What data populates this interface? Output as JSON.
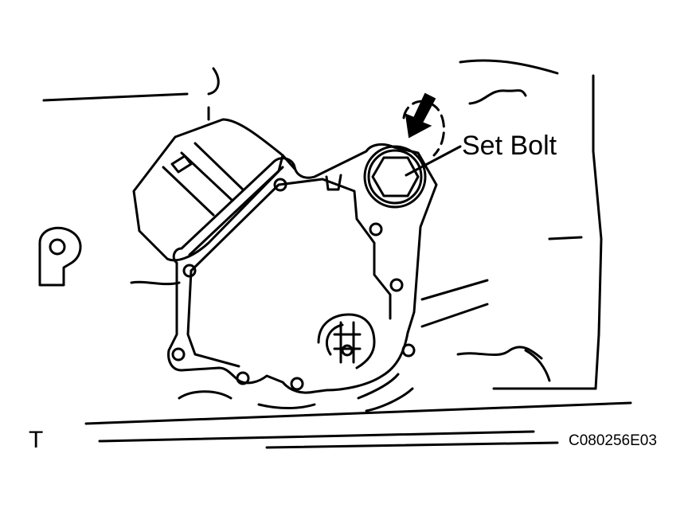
{
  "diagram": {
    "callout": "Set Bolt",
    "view_code": "T",
    "figure_id": "C080256E03"
  },
  "colors": {
    "ink": "#000000",
    "background": "#ffffff"
  }
}
